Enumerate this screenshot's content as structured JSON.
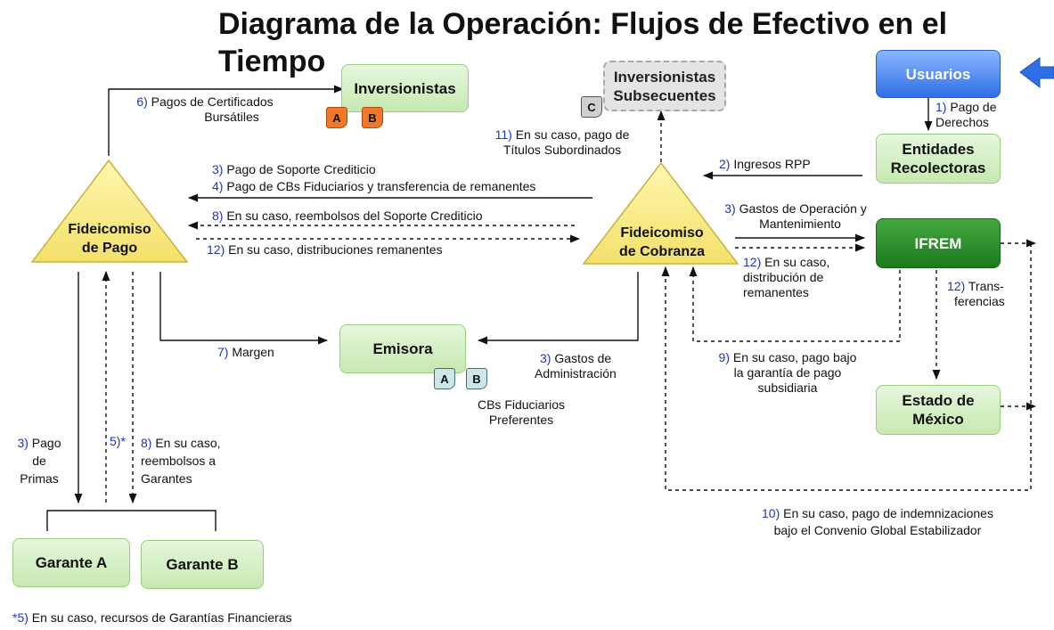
{
  "title": {
    "line1": "Diagrama de la Operación: Flujos de Efectivo en el",
    "line2": "Tiempo"
  },
  "nodes": {
    "inversionistas": "Inversionistas",
    "inversionistas_sub_1": "Inversionistas",
    "inversionistas_sub_2": "Subsecuentes",
    "usuarios": "Usuarios",
    "entidades_1": "Entidades",
    "entidades_2": "Recolectoras",
    "fid_pago_1": "Fideicomiso",
    "fid_pago_2": "de Pago",
    "fid_cobranza_1": "Fideicomiso",
    "fid_cobranza_2": "de Cobranza",
    "ifrem": "IFREM",
    "emisora": "Emisora",
    "estado_1": "Estado de",
    "estado_2": "México",
    "garante_a": "Garante A",
    "garante_b": "Garante B"
  },
  "badges": {
    "a": "A",
    "b": "B",
    "c": "C"
  },
  "labels": {
    "l6": {
      "num": "6)",
      "t1": " Pagos de Certificados",
      "t2": "Bursátiles"
    },
    "l11": {
      "num": "11)",
      "t1": " En su caso, pago de",
      "t2": "Títulos Subordinados"
    },
    "l1": {
      "num": "1)",
      "t1": " Pago de",
      "t2": "Derechos"
    },
    "l2": {
      "num": "2)",
      "t1": " Ingresos RPP"
    },
    "l3a": {
      "num": "3)",
      "t1": " Pago de Soporte Crediticio"
    },
    "l4": {
      "num": "4)",
      "t1": " Pago de CBs Fiduciarios y transferencia de remanentes"
    },
    "l8a": {
      "num": "8)",
      "t1": " En su caso, reembolsos del Soporte Crediticio"
    },
    "l12a": {
      "num": "12)",
      "t1": " En su caso, distribuciones remanentes"
    },
    "l3b": {
      "num": "3)",
      "t1": " Gastos de Operación y",
      "t2": "Mantenimiento"
    },
    "l12b": {
      "num": "12)",
      "t1": " En su caso,",
      "t2": "distribución de",
      "t3": "remanentes"
    },
    "l12c": {
      "num": "12)",
      "t1": " Trans-",
      "t2": "ferencias"
    },
    "l7": {
      "num": "7)",
      "t1": " Margen"
    },
    "l3c": {
      "num": "3)",
      "t1": " Gastos de",
      "t2": "Administración"
    },
    "l9": {
      "num": "9)",
      "t1": " En su caso, pago bajo",
      "t2": "la garantía de pago",
      "t3": "subsidiaria"
    },
    "cbs": {
      "t1": "CBs Fiduciarios",
      "t2": "Preferentes"
    },
    "l3d": {
      "num": "3)",
      "t1": " Pago",
      "t2": "de",
      "t3": "Primas"
    },
    "l5": {
      "num": "5)*"
    },
    "l8b": {
      "num": "8)",
      "t1": " En su caso,",
      "t2": "reembolsos a",
      "t3": "Garantes"
    },
    "l10": {
      "num": "10)",
      "t1": " En su caso, pago de indemnizaciones",
      "t2": "bajo el Convenio Global Estabilizador"
    },
    "footnote": {
      "num": "*5)",
      "t1": " En su caso, recursos de Garantías Financieras"
    }
  }
}
